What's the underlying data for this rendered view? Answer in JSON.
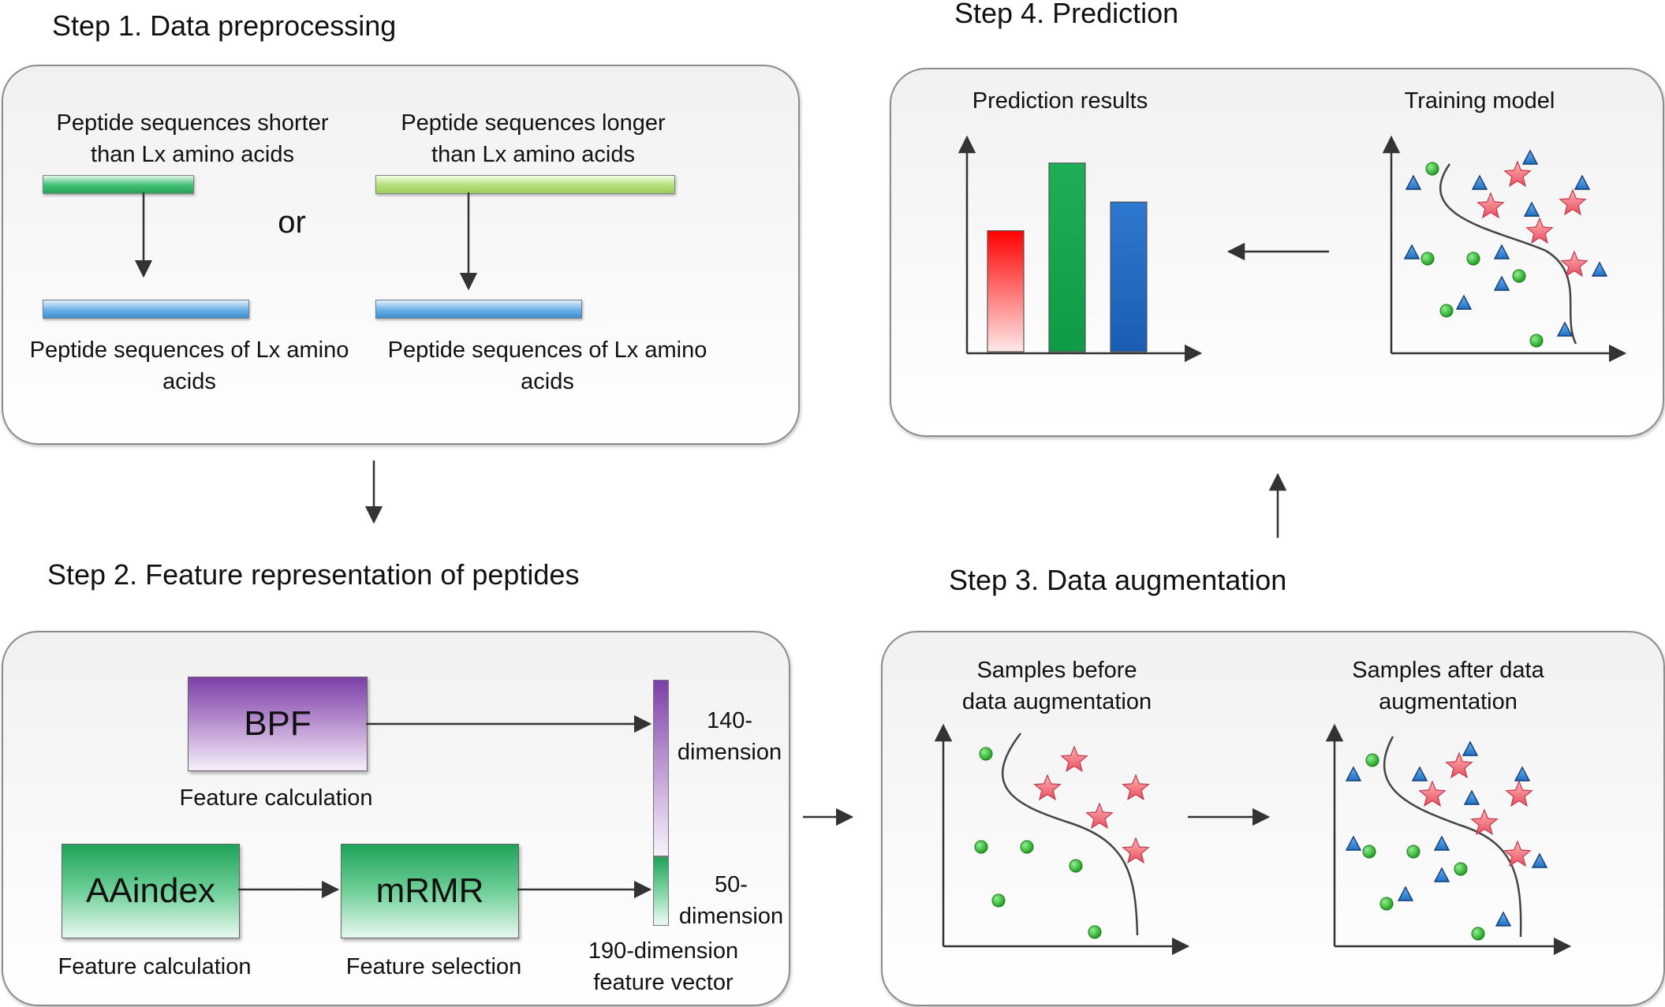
{
  "step1": {
    "title": "Step 1. Data preprocessing",
    "shorter_line1": "Peptide sequences shorter",
    "shorter_line2": "than Lx amino acids",
    "longer_line1": "Peptide sequences longer",
    "longer_line2": "than Lx amino acids",
    "or": "or",
    "result_left_line1": "Peptide sequences of Lx amino",
    "result_left_line2": "acids",
    "result_right_line1": "Peptide sequences of Lx amino",
    "result_right_line2": "acids"
  },
  "step2": {
    "title": "Step 2. Feature representation of peptides",
    "bpf": "BPF",
    "bpf_caption": "Feature calculation",
    "aaindex": "AAindex",
    "aaindex_caption": "Feature calculation",
    "mrmr": "mRMR",
    "mrmr_caption": "Feature selection",
    "dim140_line1": "140-",
    "dim140_line2": "dimension",
    "dim50_line1": "50-",
    "dim50_line2": "dimension",
    "vector_line1": "190-dimension",
    "vector_line2": "feature vector"
  },
  "step3": {
    "title": "Step 3. Data augmentation",
    "before_line1": "Samples before",
    "before_line2": "data augmentation",
    "after_line1": "Samples after data",
    "after_line2": "augmentation"
  },
  "step4": {
    "title": "Step 4. Prediction",
    "results_label": "Prediction results",
    "training_label": "Training model",
    "bars": [
      {
        "value": 0.59,
        "color": "red"
      },
      {
        "value": 0.92,
        "color": "green"
      },
      {
        "value": 0.73,
        "color": "blue"
      }
    ]
  },
  "colors": {
    "circle": "#2fb82f",
    "star": "#f26d7a",
    "triangle": "#2f7fd0",
    "purple": "#7d3fa8",
    "green": "#1fa35a"
  }
}
